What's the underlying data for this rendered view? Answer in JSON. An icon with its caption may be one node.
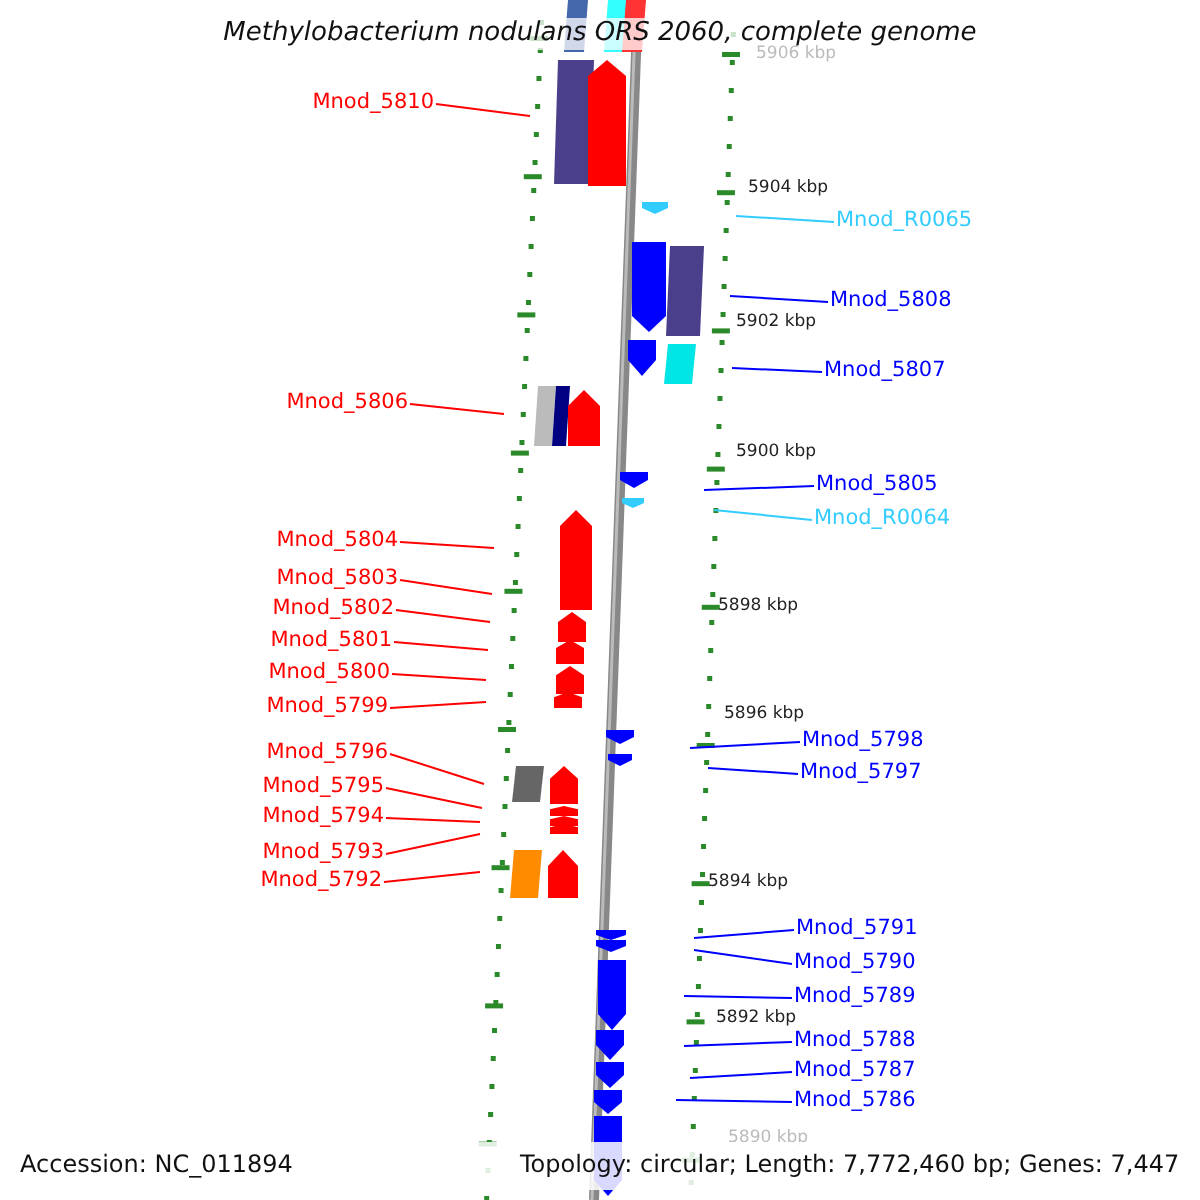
{
  "diagram": {
    "title": "Methylobacterium nodulans ORS 2060, complete genome",
    "nodes": [
      {
        "text": [
          "Mnod_5810"
        ]
      },
      {
        "text": [
          "Mnod_R0065"
        ]
      },
      {
        "text": [
          "Mnod_5808"
        ]
      },
      {
        "text": [
          "Mnod_5807"
        ]
      },
      {
        "text": [
          "Mnod_5806"
        ]
      },
      {
        "text": [
          "Mnod_5805"
        ]
      },
      {
        "text": [
          "Mnod_R0064"
        ]
      },
      {
        "text": [
          "Mnod_5804"
        ]
      },
      {
        "text": [
          "Mnod_5803"
        ]
      },
      {
        "text": [
          "Mnod_5802"
        ]
      },
      {
        "text": [
          "Mnod_5801"
        ]
      },
      {
        "text": [
          "Mnod_5800"
        ]
      },
      {
        "text": [
          "Mnod_5799"
        ]
      },
      {
        "text": [
          "Mnod_5798"
        ]
      },
      {
        "text": [
          "Mnod_5797"
        ]
      },
      {
        "text": [
          "Mnod_5796"
        ]
      },
      {
        "text": [
          "Mnod_5795"
        ]
      },
      {
        "text": [
          "Mnod_5794"
        ]
      },
      {
        "text": [
          "Mnod_5793"
        ]
      },
      {
        "text": [
          "Mnod_5792"
        ]
      },
      {
        "text": [
          "Mnod_5791"
        ]
      },
      {
        "text": [
          "Mnod_5790"
        ]
      },
      {
        "text": [
          "Mnod_5789"
        ]
      },
      {
        "text": [
          "Mnod_5788"
        ]
      },
      {
        "text": [
          "Mnod_5787"
        ]
      },
      {
        "text": [
          "Mnod_5786"
        ]
      }
    ],
    "edges": [
      {
        "from": 0,
        "to": null,
        "arrow": "none",
        "color": "#ff0000"
      },
      {
        "from": 1,
        "to": null,
        "arrow": "none",
        "color": "#33ccff"
      },
      {
        "from": 2,
        "to": null,
        "arrow": "none",
        "color": "#0000ff"
      },
      {
        "from": 3,
        "to": null,
        "arrow": "none",
        "color": "#0000ff"
      },
      {
        "from": 4,
        "to": null,
        "arrow": "none",
        "color": "#ff0000"
      },
      {
        "from": 5,
        "to": null,
        "arrow": "none",
        "color": "#0000ff"
      },
      {
        "from": 6,
        "to": null,
        "arrow": "none",
        "color": "#33ccff"
      },
      {
        "from": 7,
        "to": null,
        "arrow": "none",
        "color": "#ff0000"
      },
      {
        "from": 8,
        "to": null,
        "arrow": "none",
        "color": "#ff0000"
      },
      {
        "from": 9,
        "to": null,
        "arrow": "none",
        "color": "#ff0000"
      },
      {
        "from": 10,
        "to": null,
        "arrow": "none",
        "color": "#ff0000"
      },
      {
        "from": 11,
        "to": null,
        "arrow": "none",
        "color": "#ff0000"
      },
      {
        "from": 12,
        "to": null,
        "arrow": "none",
        "color": "#ff0000"
      },
      {
        "from": 13,
        "to": null,
        "arrow": "none",
        "color": "#0000ff"
      },
      {
        "from": 14,
        "to": null,
        "arrow": "none",
        "color": "#0000ff"
      },
      {
        "from": 15,
        "to": null,
        "arrow": "none",
        "color": "#ff0000"
      },
      {
        "from": 16,
        "to": null,
        "arrow": "none",
        "color": "#ff0000"
      },
      {
        "from": 17,
        "to": null,
        "arrow": "none",
        "color": "#ff0000"
      },
      {
        "from": 18,
        "to": null,
        "arrow": "none",
        "color": "#ff0000"
      },
      {
        "from": 19,
        "to": null,
        "arrow": "none",
        "color": "#ff0000"
      },
      {
        "from": 20,
        "to": null,
        "arrow": "none",
        "color": "#0000ff"
      },
      {
        "from": 21,
        "to": null,
        "arrow": "none",
        "color": "#0000ff"
      },
      {
        "from": 22,
        "to": null,
        "arrow": "none",
        "color": "#0000ff"
      },
      {
        "from": 23,
        "to": null,
        "arrow": "none",
        "color": "#0000ff"
      },
      {
        "from": 24,
        "to": null,
        "arrow": "none",
        "color": "#0000ff"
      },
      {
        "from": 25,
        "to": null,
        "arrow": "none",
        "color": "#0000ff"
      }
    ],
    "labels": [
      "5906 kbp",
      "5904 kbp",
      "5902 kbp",
      "5900 kbp",
      "5898 kbp",
      "5896 kbp",
      "5894 kbp",
      "5892 kbp",
      "5890 kbp",
      "Accession: NC_011894",
      "Topology: circular; Length: 7,772,460 bp; Genes: 7,447"
    ]
  }
}
